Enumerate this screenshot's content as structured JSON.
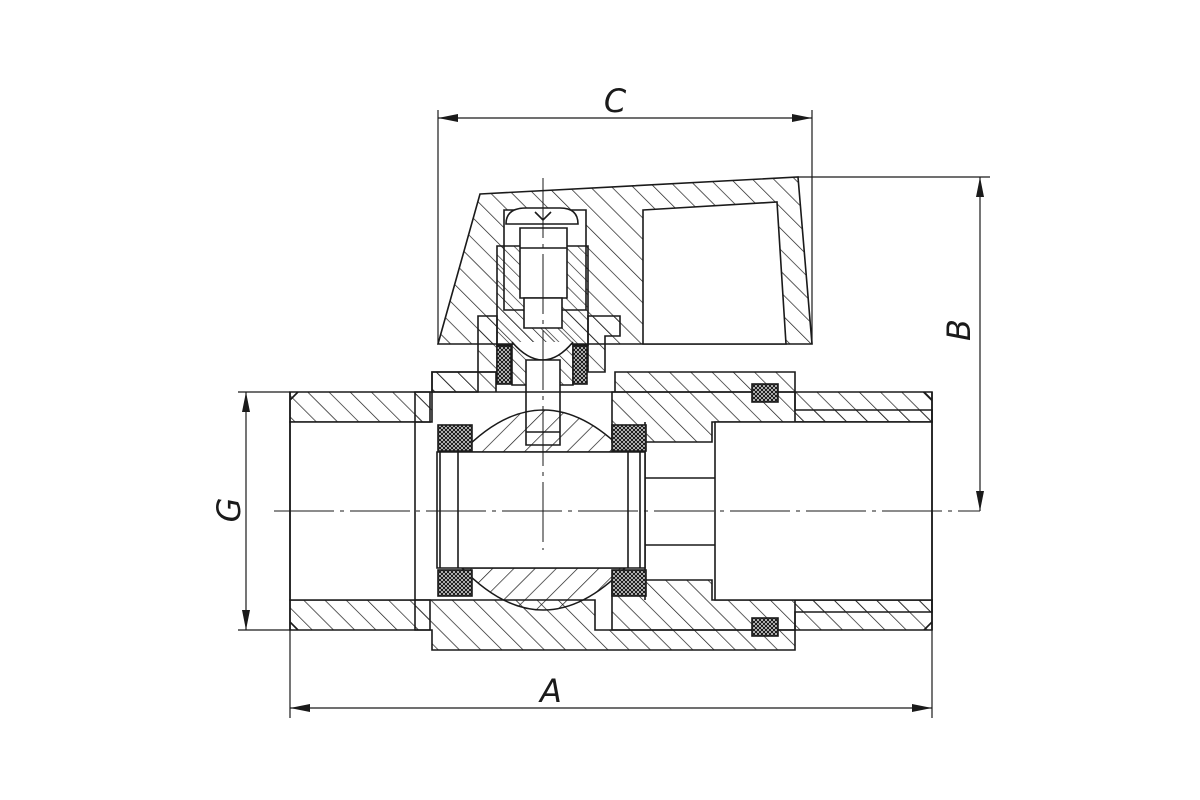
{
  "drawing": {
    "line_color": "#1a1a1a",
    "background": "#ffffff",
    "dimensions": {
      "a": "A",
      "b": "B",
      "c": "C",
      "g": "G"
    }
  }
}
